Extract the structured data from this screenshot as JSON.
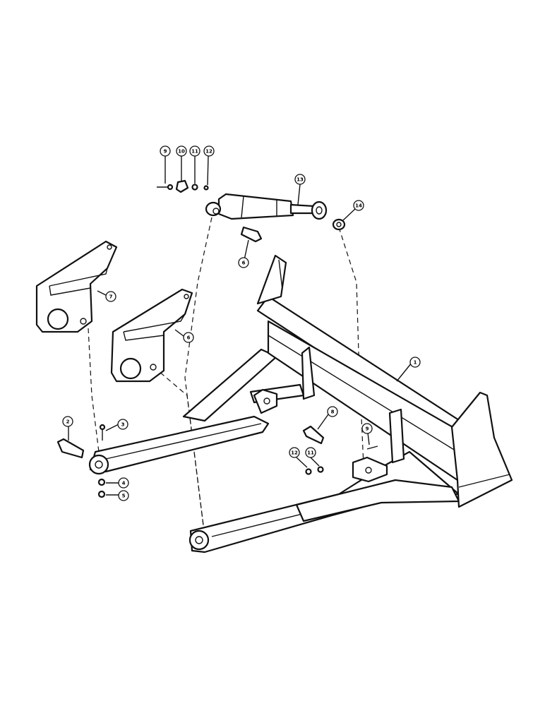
{
  "callouts": [
    {
      "id": "c9a",
      "label": "9"
    },
    {
      "id": "c10",
      "label": "10"
    },
    {
      "id": "c11a",
      "label": "11"
    },
    {
      "id": "c12a",
      "label": "12"
    },
    {
      "id": "c13",
      "label": "13"
    },
    {
      "id": "c14",
      "label": "14"
    },
    {
      "id": "c6a",
      "label": "6"
    },
    {
      "id": "c7",
      "label": "7"
    },
    {
      "id": "c6b",
      "label": "6"
    },
    {
      "id": "c1",
      "label": "1"
    },
    {
      "id": "c2",
      "label": "2"
    },
    {
      "id": "c3",
      "label": "3"
    },
    {
      "id": "c4",
      "label": "4"
    },
    {
      "id": "c5",
      "label": "5"
    },
    {
      "id": "c8",
      "label": "8"
    },
    {
      "id": "c9b",
      "label": "9"
    },
    {
      "id": "c12b",
      "label": "12"
    },
    {
      "id": "c11b",
      "label": "11"
    }
  ]
}
